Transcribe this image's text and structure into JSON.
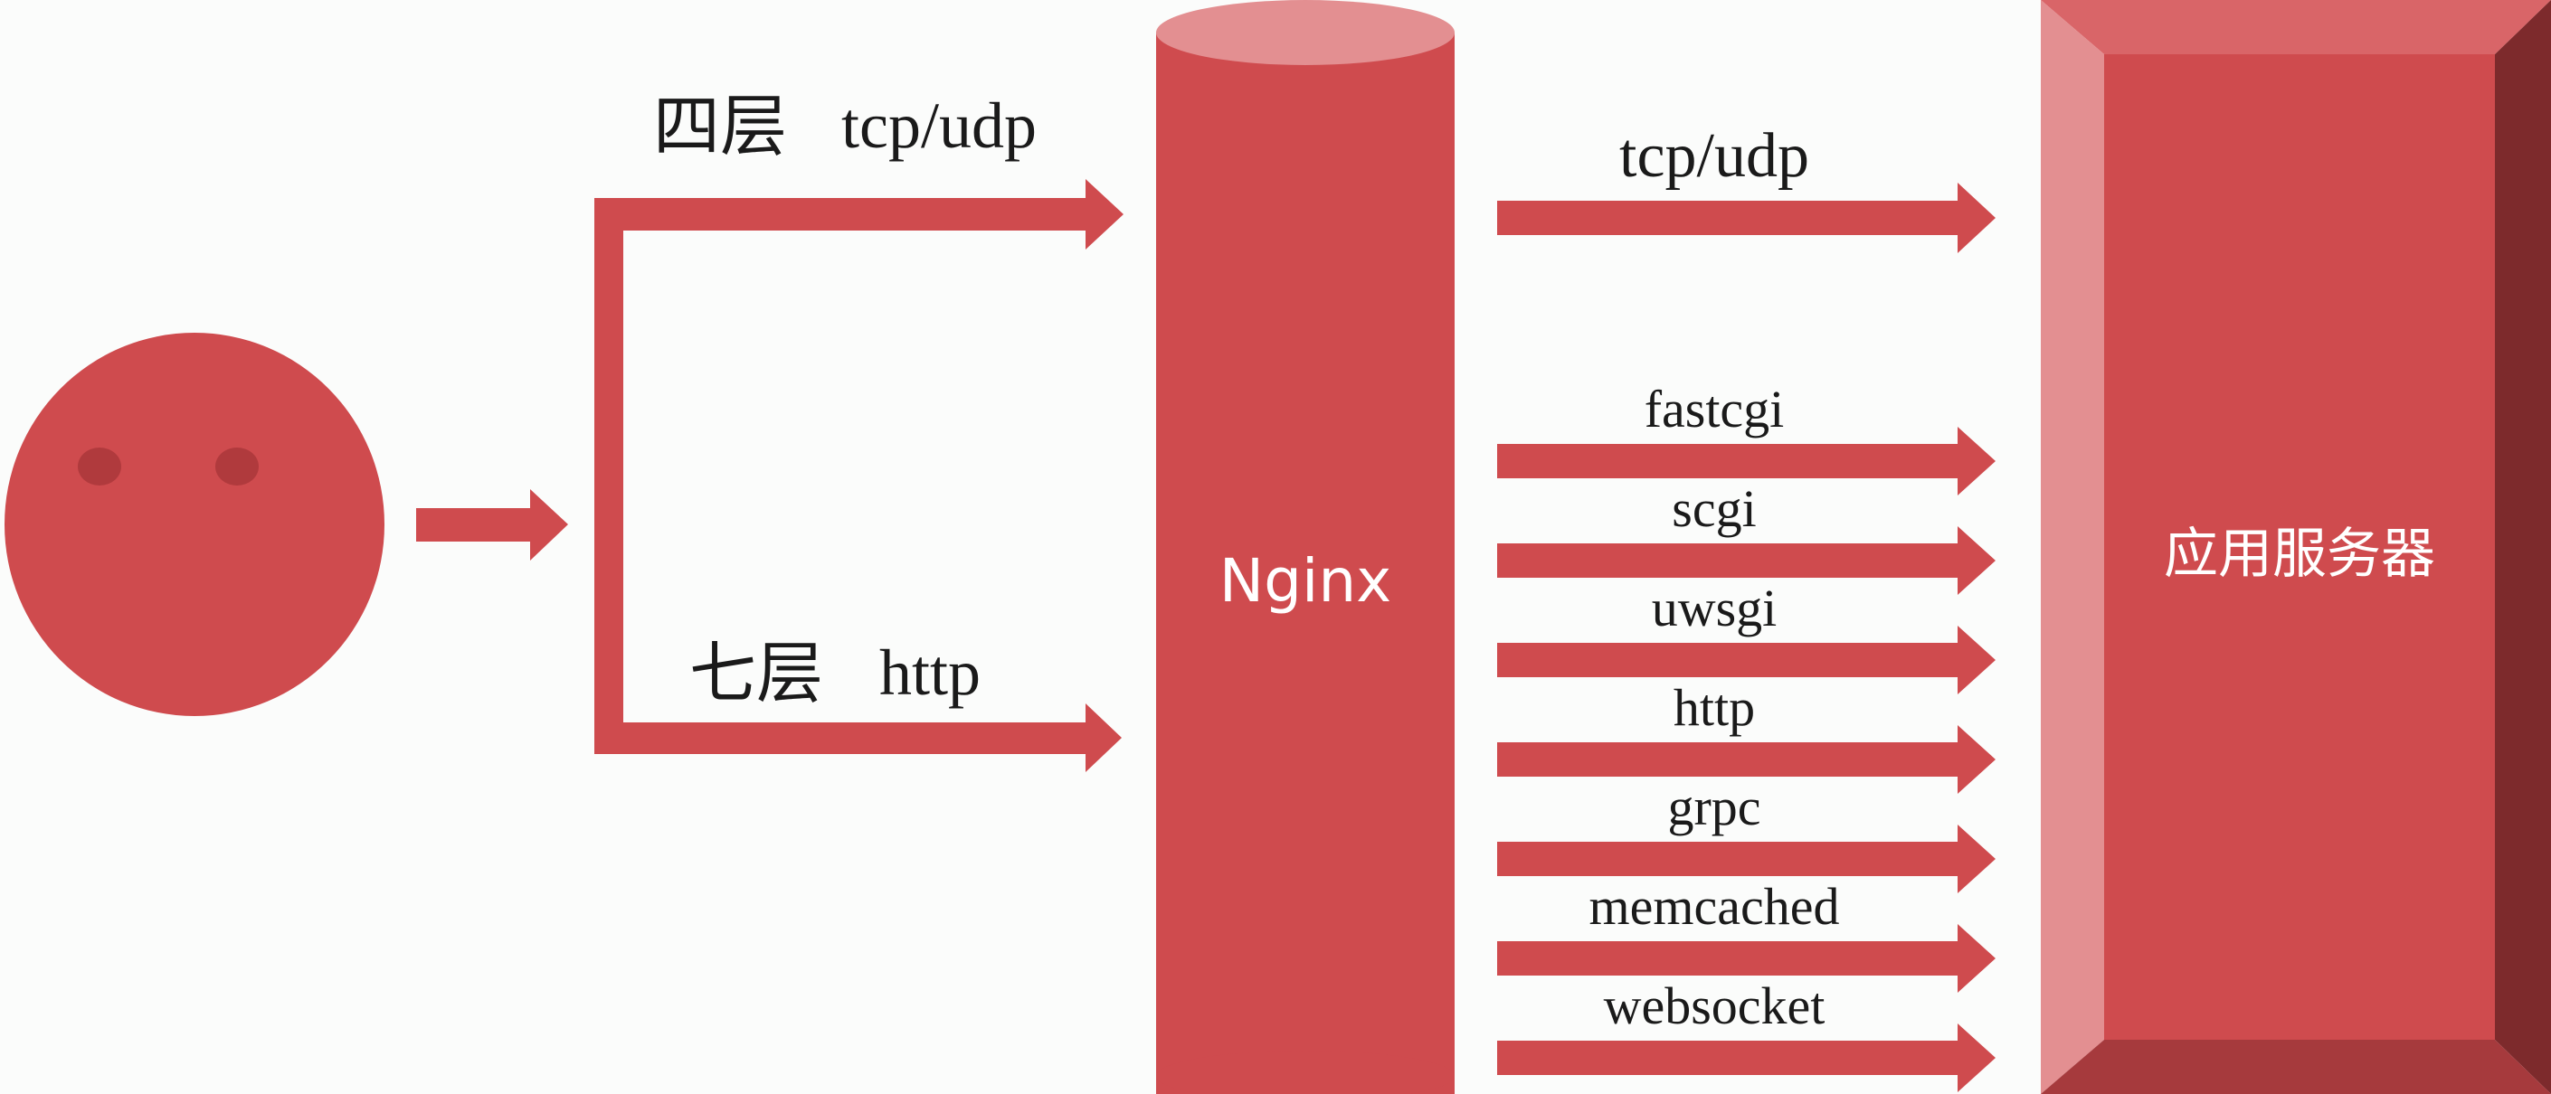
{
  "diagram": {
    "client": {
      "icon": "face-icon"
    },
    "layer4": {
      "layer_text": "四层",
      "protocol_text": "tcp/udp"
    },
    "layer7": {
      "layer_text": "七层",
      "protocol_text": "http"
    },
    "proxy": {
      "label": "Nginx"
    },
    "upstream_tcp": {
      "label": "tcp/udp"
    },
    "upstream_protocols": [
      {
        "label": "fastcgi"
      },
      {
        "label": "scgi"
      },
      {
        "label": "uwsgi"
      },
      {
        "label": "http"
      },
      {
        "label": "grpc"
      },
      {
        "label": "memcached"
      },
      {
        "label": "websocket"
      }
    ],
    "app_server": {
      "label": "应用服务器"
    }
  },
  "colors": {
    "primary_red": "#cf4b4e",
    "light_red": "#e38f91",
    "dark_red": "#7d2a2c",
    "eye_red": "#b03a3d",
    "background": "#fbfcfb"
  }
}
